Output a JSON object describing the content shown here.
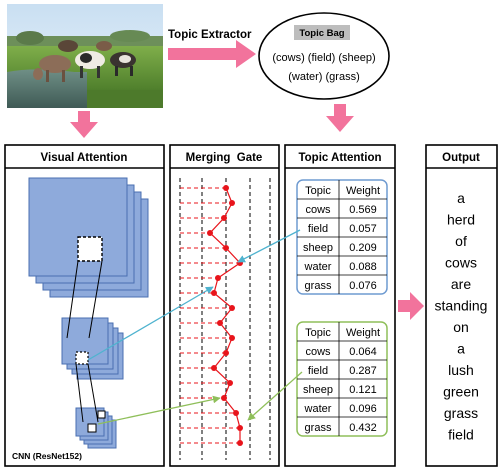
{
  "topic_extractor_label": "Topic Extractor",
  "topic_bag": {
    "title": "Topic Bag",
    "line1": "(cows) (field) (sheep)",
    "line2": "(water) (grass)"
  },
  "panels": {
    "visual_attention": "Visual Attention",
    "merging_gate": "Merging  Gate",
    "topic_attention": "Topic Attention",
    "output": "Output"
  },
  "cnn_label": "CNN (ResNet152)",
  "table_headers": {
    "topic": "Topic",
    "weight": "Weight"
  },
  "table_top": [
    {
      "topic": "cows",
      "weight": "0.569"
    },
    {
      "topic": "field",
      "weight": "0.057"
    },
    {
      "topic": "sheep",
      "weight": "0.209"
    },
    {
      "topic": "water",
      "weight": "0.088"
    },
    {
      "topic": "grass",
      "weight": "0.076"
    }
  ],
  "table_bottom": [
    {
      "topic": "cows",
      "weight": "0.064"
    },
    {
      "topic": "field",
      "weight": "0.287"
    },
    {
      "topic": "sheep",
      "weight": "0.121"
    },
    {
      "topic": "water",
      "weight": "0.096"
    },
    {
      "topic": "grass",
      "weight": "0.432"
    }
  ],
  "output_words": [
    "a",
    "herd",
    "of",
    "cows",
    "are",
    "standing",
    "on",
    "a",
    "lush",
    "green",
    "grass",
    "field"
  ],
  "colors": {
    "arrow_pink": "#f2739c",
    "feature_blue": "#8eaadb",
    "feature_border": "#4a6fb0",
    "top_table_border": "#6f9bd1",
    "bottom_table_border": "#8fbf5a",
    "gate_red": "#e8141b",
    "connector_cyan": "#4fb3cf",
    "connector_green": "#8fbf5a",
    "topic_bag_label_bg": "#bdbdbd"
  }
}
